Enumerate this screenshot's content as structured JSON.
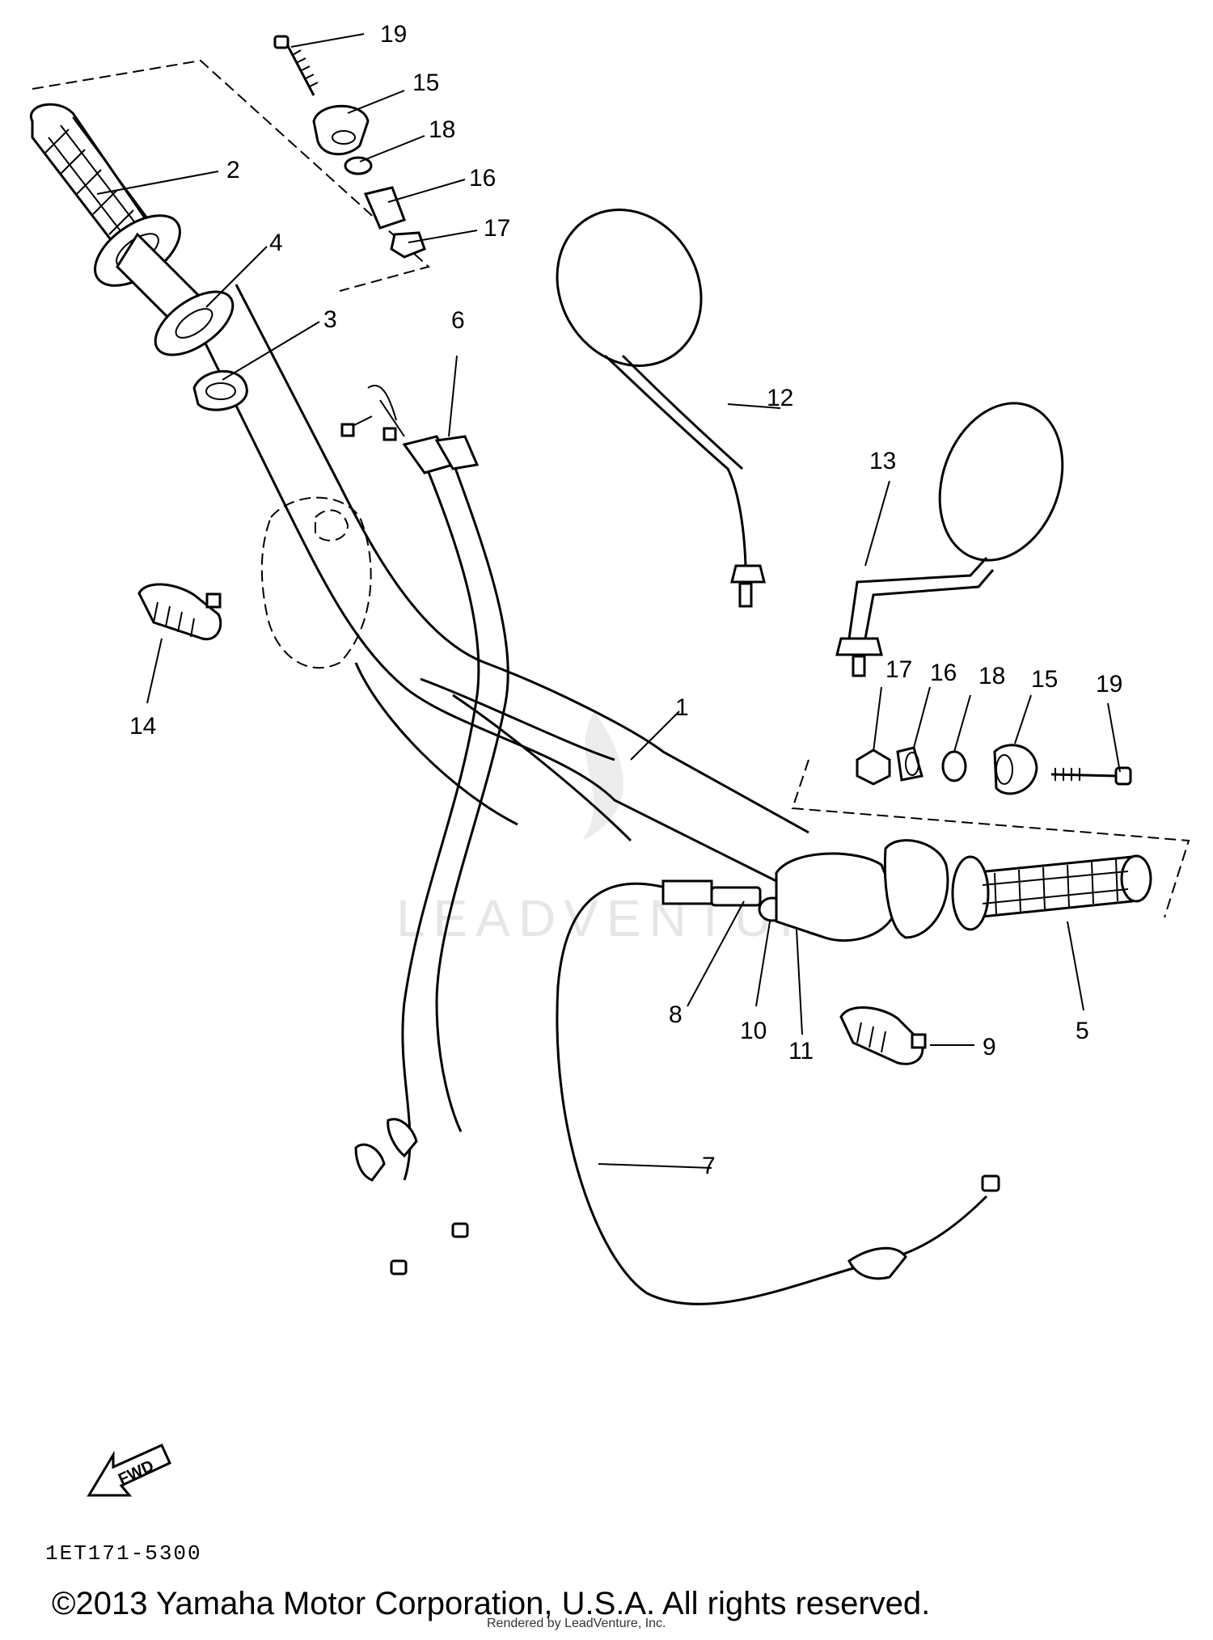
{
  "diagram": {
    "code": "1ET171-5300",
    "copyright": "©2013 Yamaha Motor Corporation, U.S.A. All rights reserved.",
    "render_credit": "Rendered by LeadVenture, Inc.",
    "watermark": "LEADVENTURE",
    "fwd_label": "FWD",
    "callouts": {
      "c1": "1",
      "c2": "2",
      "c3": "3",
      "c4": "4",
      "c5": "5",
      "c6": "6",
      "c7": "7",
      "c8": "8",
      "c9": "9",
      "c10": "10",
      "c11": "11",
      "c12": "12",
      "c13": "13",
      "c14": "14",
      "c15a": "15",
      "c16a": "16",
      "c17a": "17",
      "c18a": "18",
      "c19a": "19",
      "c15b": "15",
      "c16b": "16",
      "c17b": "17",
      "c18b": "18",
      "c19b": "19"
    }
  },
  "colors": {
    "ink": "#000000",
    "paper": "#ffffff",
    "watermark": "#e6e6e6"
  }
}
